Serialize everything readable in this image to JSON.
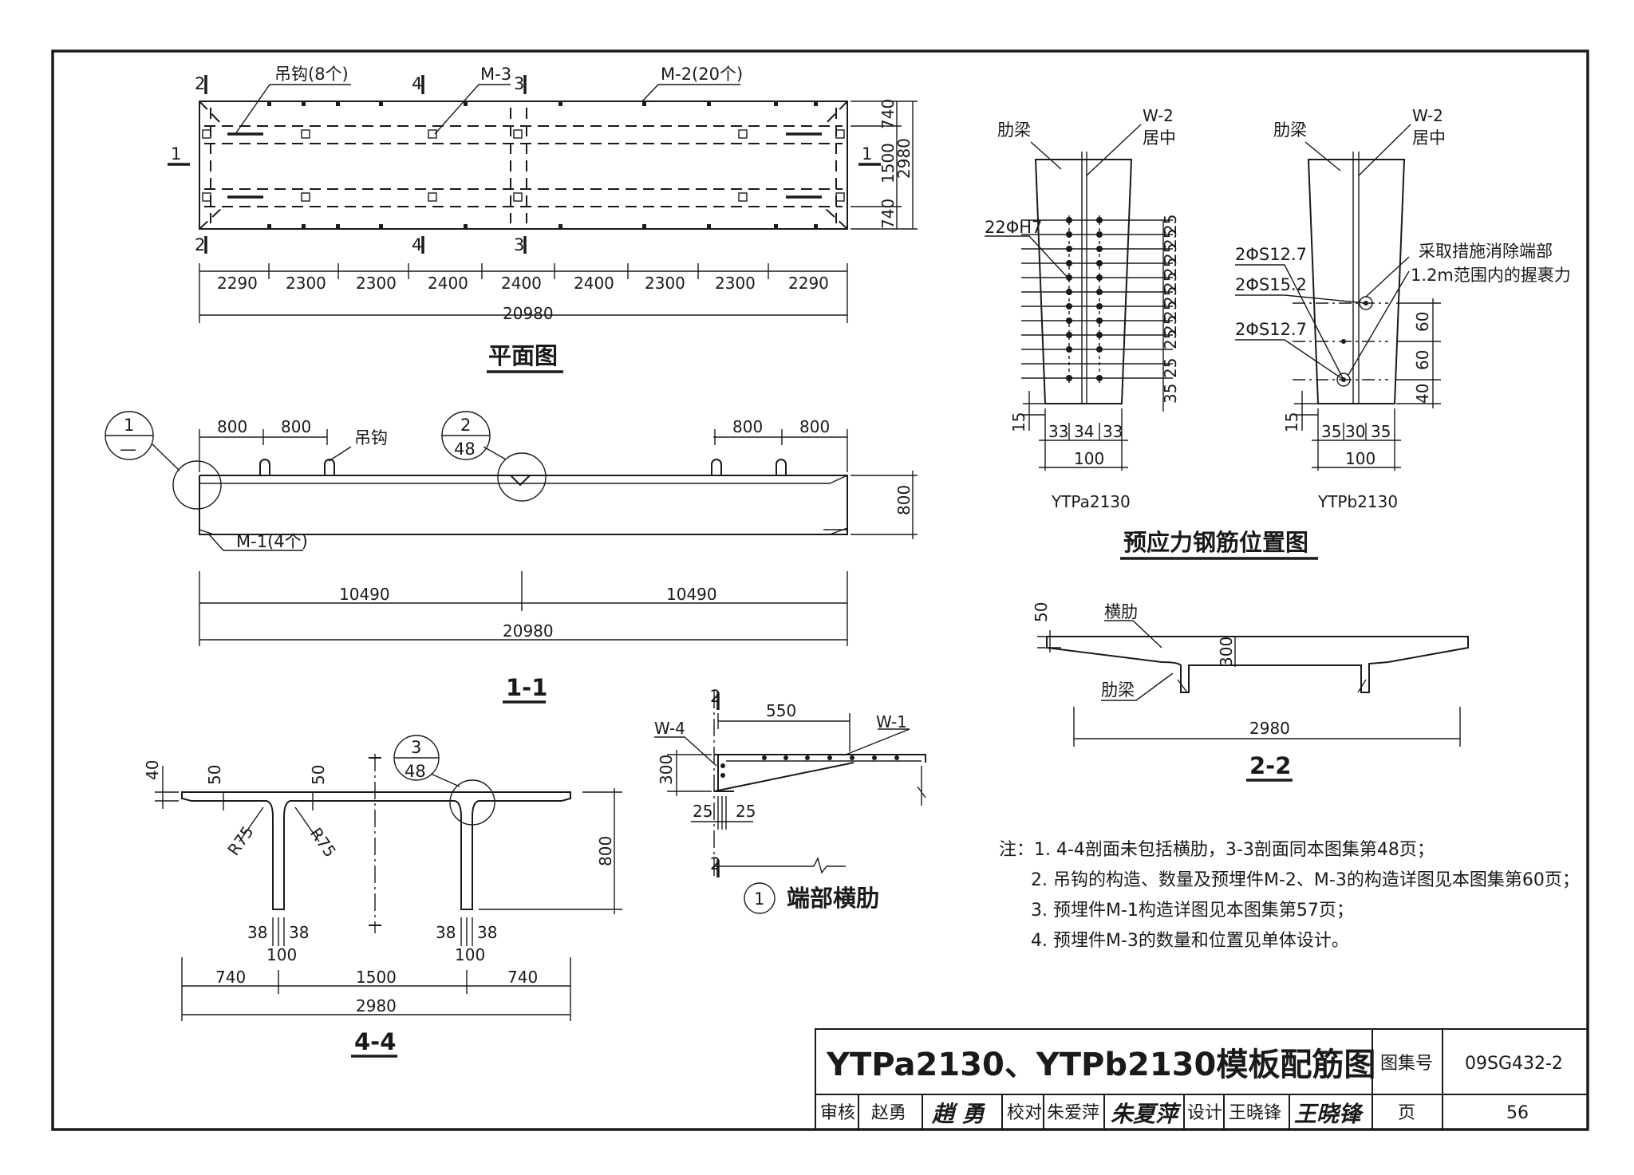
{
  "plan": {
    "title": "平面图",
    "lifting_hooks": "吊钩(8个)",
    "m3": "M-3",
    "m2": "M-2(20个)",
    "sec": {
      "one": "1",
      "two": "2",
      "three": "3",
      "four": "4"
    },
    "right_dims": [
      "740",
      "1500",
      "740"
    ],
    "total_width": "2980",
    "segments": [
      "2290",
      "2300",
      "2300",
      "2400",
      "2400",
      "2400",
      "2300",
      "2300",
      "2290"
    ],
    "total_length": "20980"
  },
  "s11": {
    "title": "1-1",
    "top_dims": [
      "800",
      "800",
      "800",
      "800"
    ],
    "hook_label": "吊钩",
    "m1_label": "M-1(4个)",
    "callout1": {
      "num": "1",
      "ref": "—"
    },
    "callout2": {
      "num": "2",
      "ref": "48"
    },
    "height": "800",
    "halves": [
      "10490",
      "10490"
    ],
    "total": "20980"
  },
  "s44": {
    "title": "4-4",
    "flange_t": "40",
    "dim50a": "50",
    "dim50b": "50",
    "r1": "R75",
    "r2": "R75",
    "height": "800",
    "callout3": {
      "num": "3",
      "ref": "48"
    },
    "rib": [
      "38",
      "38",
      "100",
      "38",
      "38",
      "100"
    ],
    "bottom_dims": [
      "740",
      "1500",
      "740"
    ],
    "total": "2980"
  },
  "endrib": {
    "title": "端部横肋",
    "circle": "1",
    "w4": "W-4",
    "w1": "W-1",
    "len": "550",
    "height": "300",
    "d25a": "25",
    "d25b": "25",
    "sec2": "2"
  },
  "rebar": {
    "title": "预应力钢筋位置图",
    "a": {
      "rib_label": "肋梁",
      "w2": "W-2",
      "center": "居中",
      "bars": "22ΦH7",
      "right_dims": [
        "25",
        "25",
        "25",
        "25",
        "25",
        "25",
        "25",
        "25",
        "25",
        "25",
        "35"
      ],
      "d15": "15",
      "bottom": [
        "33",
        "34",
        "33"
      ],
      "width": "100",
      "name": "YTPa2130"
    },
    "b": {
      "rib_label": "肋梁",
      "w2": "W-2",
      "center": "居中",
      "bar1": "2ΦS12.7",
      "bar2": "2ΦS15.2",
      "bar3": "2ΦS12.7",
      "measure_1": "采取措施消除端部",
      "measure_2": "1.2m范围内的握裹力",
      "right_dims": [
        "60",
        "60",
        "40"
      ],
      "d15": "15",
      "bottom": [
        "35",
        "30",
        "35"
      ],
      "width": "100",
      "name": "YTPb2130"
    }
  },
  "s22": {
    "title": "2-2",
    "d50": "50",
    "cross_rib": "横肋",
    "d300": "300",
    "rib_beam": "肋梁",
    "total": "2980"
  },
  "notes": [
    "注：1. 4-4剖面未包括横肋，3-3剖面同本图集第48页；",
    "2. 吊钩的构造、数量及预埋件M-2、M-3的构造详图见本图集第60页；",
    "3. 预埋件M-1构造详图见本图集第57页；",
    "4. 预埋件M-3的数量和位置见单体设计。"
  ],
  "titleblock": {
    "drawing_title": "YTPa2130、YTPb2130模板配筋图",
    "atlas_label": "图集号",
    "atlas_no": "09SG432-2",
    "review_label": "审核",
    "reviewer": "赵勇",
    "reviewer_sig": "趙 勇",
    "check_label": "校对",
    "checker": "朱爱萍",
    "checker_sig": "朱夏萍",
    "design_label": "设计",
    "designer": "王晓锋",
    "designer_sig": "王晓锋",
    "page_label": "页",
    "page_no": "56"
  }
}
